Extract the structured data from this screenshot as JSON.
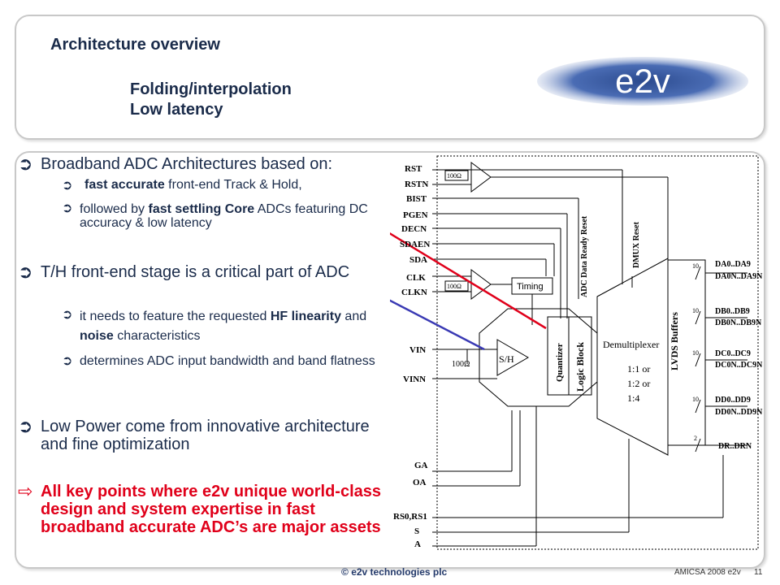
{
  "header": {
    "title": "Architecture overview",
    "subtitle1": "Folding/interpolation",
    "subtitle2": "Low latency",
    "logo_text": "e2v"
  },
  "bullets": {
    "b1": "Broadband ADC Architectures based on:",
    "b1a_pre": "fast accurate",
    "b1a_post": " front-end Track & Hold,",
    "b1b_pre": "followed by ",
    "b1b_bold": "fast settling Core",
    "b1b_post": " ADCs featuring DC accuracy & low latency",
    "b2": "T/H front-end stage is a critical part of ADC",
    "b2a_pre": "it needs to feature the requested ",
    "b2a_hf": "HF linearity",
    "b2a_mid": " and ",
    "b2a_noise": "noise",
    "b2a_post": " characteristics",
    "b2b": "determines ADC input bandwidth and band flatness",
    "b3": "Low Power come from innovative architecture and fine optimization",
    "b4": "All key points where e2v unique world-class design and system expertise in fast broadband accurate ADC’s are major assets"
  },
  "diagram": {
    "pins_left": [
      "RST",
      "RSTN",
      "BIST",
      "PGEN",
      "DECN",
      "SDAEN",
      "SDA",
      "CLK",
      "CLKN",
      "VIN",
      "VINN",
      "GA",
      "OA",
      "RS0,RS1",
      "S",
      "A"
    ],
    "res1": "100Ω",
    "res2": "100Ω",
    "res3": "100Ω",
    "timing": "Timing",
    "sh": "S/H",
    "quantizer": "Quantizer",
    "logic_block": "Logic Block",
    "adc_ready": "ADC Data Ready Reset",
    "dmux_reset": "DMUX Reset",
    "demux": "Demultiplexer",
    "ratio1": "1:1 or",
    "ratio2": "1:2 or",
    "ratio3": "1:4",
    "lvds": "LVDS Buffers",
    "bus_widths": [
      "10",
      "10",
      "10",
      "10",
      "2"
    ],
    "outputs": [
      [
        "DA0..DA9",
        "DA0N..DA9N"
      ],
      [
        "DB0..DB9",
        "DB0N..DB9N"
      ],
      [
        "DC0..DC9",
        "DC0N..DC9N"
      ],
      [
        "DD0..DD9",
        "DD0N..DD9N"
      ],
      [
        "DR..DRN"
      ]
    ]
  },
  "footer": {
    "company": "e2v technologies plc",
    "ref": "AMICSA 2008 e2v",
    "page": "11"
  },
  "colors": {
    "accent_red": "#e0001a",
    "accent_blue": "#3a3ab4",
    "navy": "#1a2b4a"
  }
}
